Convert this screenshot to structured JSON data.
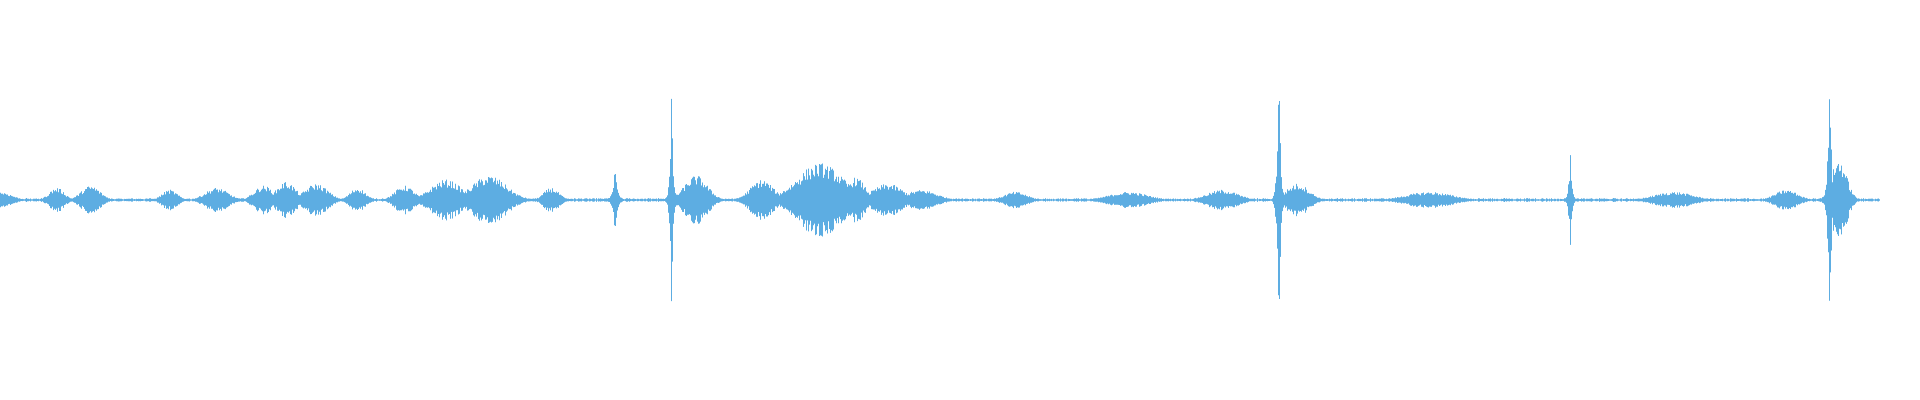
{
  "waveform": {
    "color": "#5dade2",
    "amplitude_max": 1,
    "events": [
      {
        "t": 0.0,
        "spread": 0.006,
        "amp": 0.04
      },
      {
        "t": 0.03,
        "spread": 0.004,
        "amp": 0.06
      },
      {
        "t": 0.048,
        "spread": 0.005,
        "amp": 0.07
      },
      {
        "t": 0.09,
        "spread": 0.004,
        "amp": 0.05
      },
      {
        "t": 0.115,
        "spread": 0.006,
        "amp": 0.06
      },
      {
        "t": 0.14,
        "spread": 0.005,
        "amp": 0.07
      },
      {
        "t": 0.152,
        "spread": 0.005,
        "amp": 0.09
      },
      {
        "t": 0.168,
        "spread": 0.006,
        "amp": 0.08
      },
      {
        "t": 0.19,
        "spread": 0.004,
        "amp": 0.06
      },
      {
        "t": 0.215,
        "spread": 0.005,
        "amp": 0.07
      },
      {
        "t": 0.237,
        "spread": 0.008,
        "amp": 0.1
      },
      {
        "t": 0.26,
        "spread": 0.009,
        "amp": 0.12
      },
      {
        "t": 0.293,
        "spread": 0.004,
        "amp": 0.06
      },
      {
        "t": 0.327,
        "spread": 0.003,
        "amp": 0.2,
        "spike": true
      },
      {
        "t": 0.357,
        "spread": 0.002,
        "amp": 0.55,
        "spike": true
      },
      {
        "t": 0.37,
        "spread": 0.006,
        "amp": 0.12
      },
      {
        "t": 0.405,
        "spread": 0.006,
        "amp": 0.1
      },
      {
        "t": 0.436,
        "spread": 0.012,
        "amp": 0.18
      },
      {
        "t": 0.455,
        "spread": 0.005,
        "amp": 0.11
      },
      {
        "t": 0.472,
        "spread": 0.008,
        "amp": 0.08
      },
      {
        "t": 0.49,
        "spread": 0.008,
        "amp": 0.05
      },
      {
        "t": 0.54,
        "spread": 0.006,
        "amp": 0.04
      },
      {
        "t": 0.6,
        "spread": 0.01,
        "amp": 0.04
      },
      {
        "t": 0.65,
        "spread": 0.008,
        "amp": 0.05
      },
      {
        "t": 0.68,
        "spread": 0.002,
        "amp": 0.85,
        "spike": true
      },
      {
        "t": 0.69,
        "spread": 0.006,
        "amp": 0.08
      },
      {
        "t": 0.76,
        "spread": 0.012,
        "amp": 0.04
      },
      {
        "t": 0.835,
        "spread": 0.002,
        "amp": 0.25,
        "spike": true
      },
      {
        "t": 0.89,
        "spread": 0.01,
        "amp": 0.04
      },
      {
        "t": 0.95,
        "spread": 0.006,
        "amp": 0.05
      },
      {
        "t": 0.973,
        "spread": 0.002,
        "amp": 0.85,
        "spike": true
      },
      {
        "t": 0.978,
        "spread": 0.004,
        "amp": 0.2
      }
    ]
  }
}
